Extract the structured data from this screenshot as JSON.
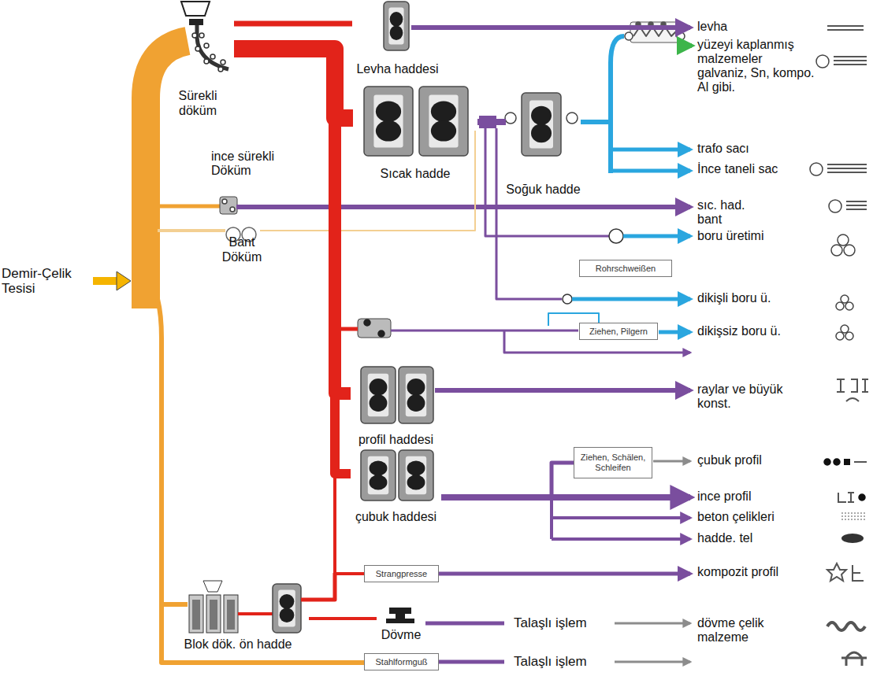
{
  "diagram": {
    "nodes": [
      {
        "text": [
          "Sürekli döküm"
        ]
      },
      {
        "text": [
          "Levha haddesi"
        ]
      },
      {
        "text": [
          "Sıcak hadde"
        ]
      },
      {
        "text": [
          "Soğuk hadde"
        ]
      },
      {
        "text": [
          "ince sürekli Döküm"
        ]
      },
      {
        "text": [
          "Bant Döküm"
        ]
      },
      {
        "text": [
          "Rohrschweißen"
        ]
      },
      {
        "text": [
          "Ziehen, Pilgern"
        ]
      },
      {
        "text": [
          "profil haddesi"
        ]
      },
      {
        "text": [
          "Ziehen, Schälen, Schleifen"
        ]
      },
      {
        "text": [
          "çubuk haddesi"
        ]
      },
      {
        "text": [
          "Strangpresse"
        ]
      },
      {
        "text": [
          "Blok dök. ön hadde"
        ]
      },
      {
        "text": [
          "Dövme"
        ]
      },
      {
        "text": [
          "Stahlformguß"
        ]
      }
    ],
    "edges": [
      {
        "from": 0,
        "to": 1,
        "arrow": "none"
      },
      {
        "from": 0,
        "to": 2,
        "arrow": "none"
      },
      {
        "from": 2,
        "to": 3,
        "arrow": "none"
      },
      {
        "from": 0,
        "to": 8,
        "arrow": "none"
      },
      {
        "from": 0,
        "to": 10,
        "arrow": "none"
      },
      {
        "from": 0,
        "to": 11,
        "arrow": "none"
      },
      {
        "from": 12,
        "to": 13,
        "arrow": "none"
      },
      {
        "from": 10,
        "to": 9,
        "arrow": "none"
      }
    ],
    "labels": [
      "Demir-Çelik Tesisi",
      "levha",
      "yüzeyi kaplanmış malzemeler galvaniz, Sn, kompo. Al gibi.",
      "trafo sacı",
      "İnce taneli sac",
      "sıc. had. bant",
      "boru üretimi",
      "dikişli boru ü.",
      "dikişsiz boru ü.",
      "raylar ve büyük konst.",
      "çubuk profil",
      "ince profil",
      "beton çelikleri",
      "hadde. tel",
      "kompozit profil",
      "Talaşlı işlem",
      "dövme çelik malzeme",
      "Talaşlı işlem"
    ]
  }
}
